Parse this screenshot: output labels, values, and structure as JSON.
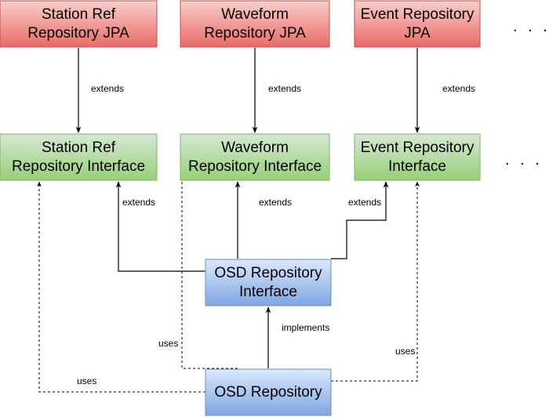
{
  "colors": {
    "jpa_fill": "#f15a5a",
    "jpa_stroke": "#b85450",
    "interface_fill": "#b9e0a5",
    "interface_stroke": "#82b366",
    "osd_fill": "#7ea6e0",
    "osd_stroke": "#6c8ebf"
  },
  "nodes": {
    "station_jpa": [
      "Station Ref",
      "Repository JPA"
    ],
    "waveform_jpa": [
      "Waveform",
      "Repository JPA"
    ],
    "event_jpa": [
      "Event Repository",
      "JPA"
    ],
    "station_interface": [
      "Station Ref",
      "Repository Interface"
    ],
    "waveform_interface": [
      "Waveform",
      "Repository Interface"
    ],
    "event_interface": [
      "Event Repository",
      "Interface"
    ],
    "osd_interface": [
      "OSD Repository",
      "Interface"
    ],
    "osd_repository": [
      "OSD Repository"
    ]
  },
  "edges": {
    "station_extends_top": "extends",
    "waveform_extends_top": "extends",
    "event_extends_top": "extends",
    "osd_extends_station": "extends",
    "osd_extends_waveform": "extends",
    "osd_extends_event": "extends",
    "implements": "implements",
    "uses_waveform": "uses",
    "uses_station": "uses",
    "uses_event": "uses"
  },
  "ellipsis": {
    "top": ". . .",
    "middle": ". . ."
  }
}
